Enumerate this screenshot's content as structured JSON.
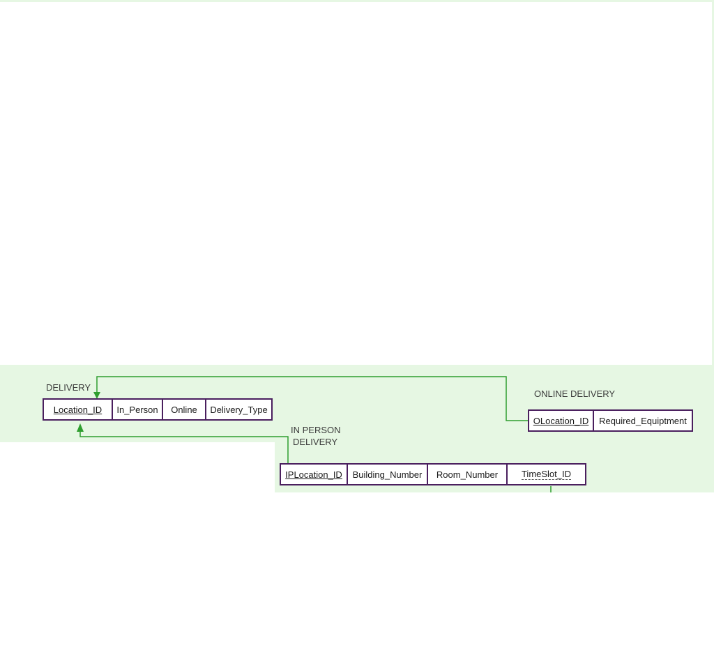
{
  "colors": {
    "canvas": "#e6f7e3",
    "line": "#2f9e2f",
    "table_border": "#4a1f5e"
  },
  "delivery": {
    "label": "DELIVERY",
    "columns": [
      "Location_ID",
      "In_Person",
      "Online",
      "Delivery_Type"
    ]
  },
  "online_delivery": {
    "label": "ONLINE DELIVERY",
    "columns": [
      "OLocation_ID",
      "Required_Equiptment"
    ]
  },
  "in_person_delivery": {
    "label_line1": "IN PERSON",
    "label_line2": "DELIVERY",
    "columns": [
      "IPLocation_ID",
      "Building_Number",
      "Room_Number",
      "TimeSlot_ID"
    ]
  }
}
